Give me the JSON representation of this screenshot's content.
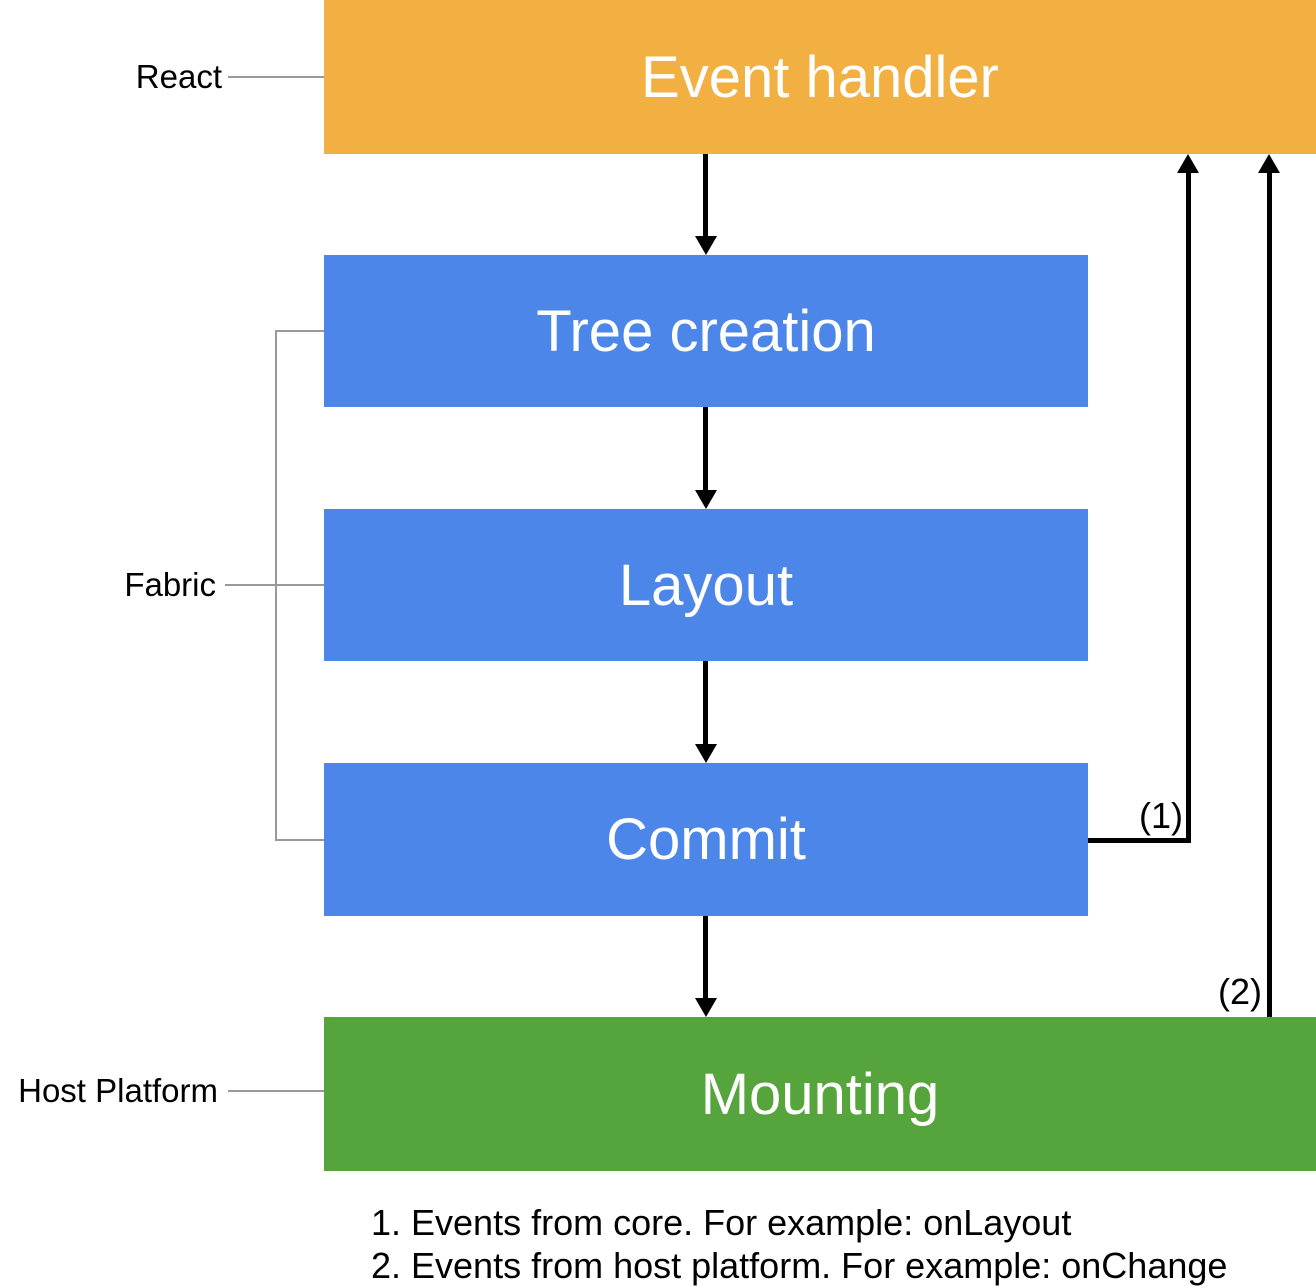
{
  "diagram": {
    "nodes": [
      {
        "id": "event-handler",
        "label": "Event handler",
        "color": "#F2AF42"
      },
      {
        "id": "tree-creation",
        "label": "Tree creation",
        "color": "#4C86E8"
      },
      {
        "id": "layout",
        "label": "Layout",
        "color": "#4C86E8"
      },
      {
        "id": "commit",
        "label": "Commit",
        "color": "#4C86E8"
      },
      {
        "id": "mounting",
        "label": "Mounting",
        "color": "#55A53C"
      }
    ],
    "side_labels": [
      {
        "id": "react",
        "label": "React"
      },
      {
        "id": "fabric",
        "label": "Fabric"
      },
      {
        "id": "host-platform",
        "label": "Host Platform"
      }
    ],
    "edge_labels": [
      {
        "id": "feedback-1",
        "label": "(1)"
      },
      {
        "id": "feedback-2",
        "label": "(2)"
      }
    ],
    "notes": [
      "1. Events from core. For example: onLayout",
      "2. Events from host platform. For example: onChange"
    ],
    "colors": {
      "arrow": "#000000",
      "connector_line": "#999999",
      "node_text": "#FFFFFF"
    }
  }
}
